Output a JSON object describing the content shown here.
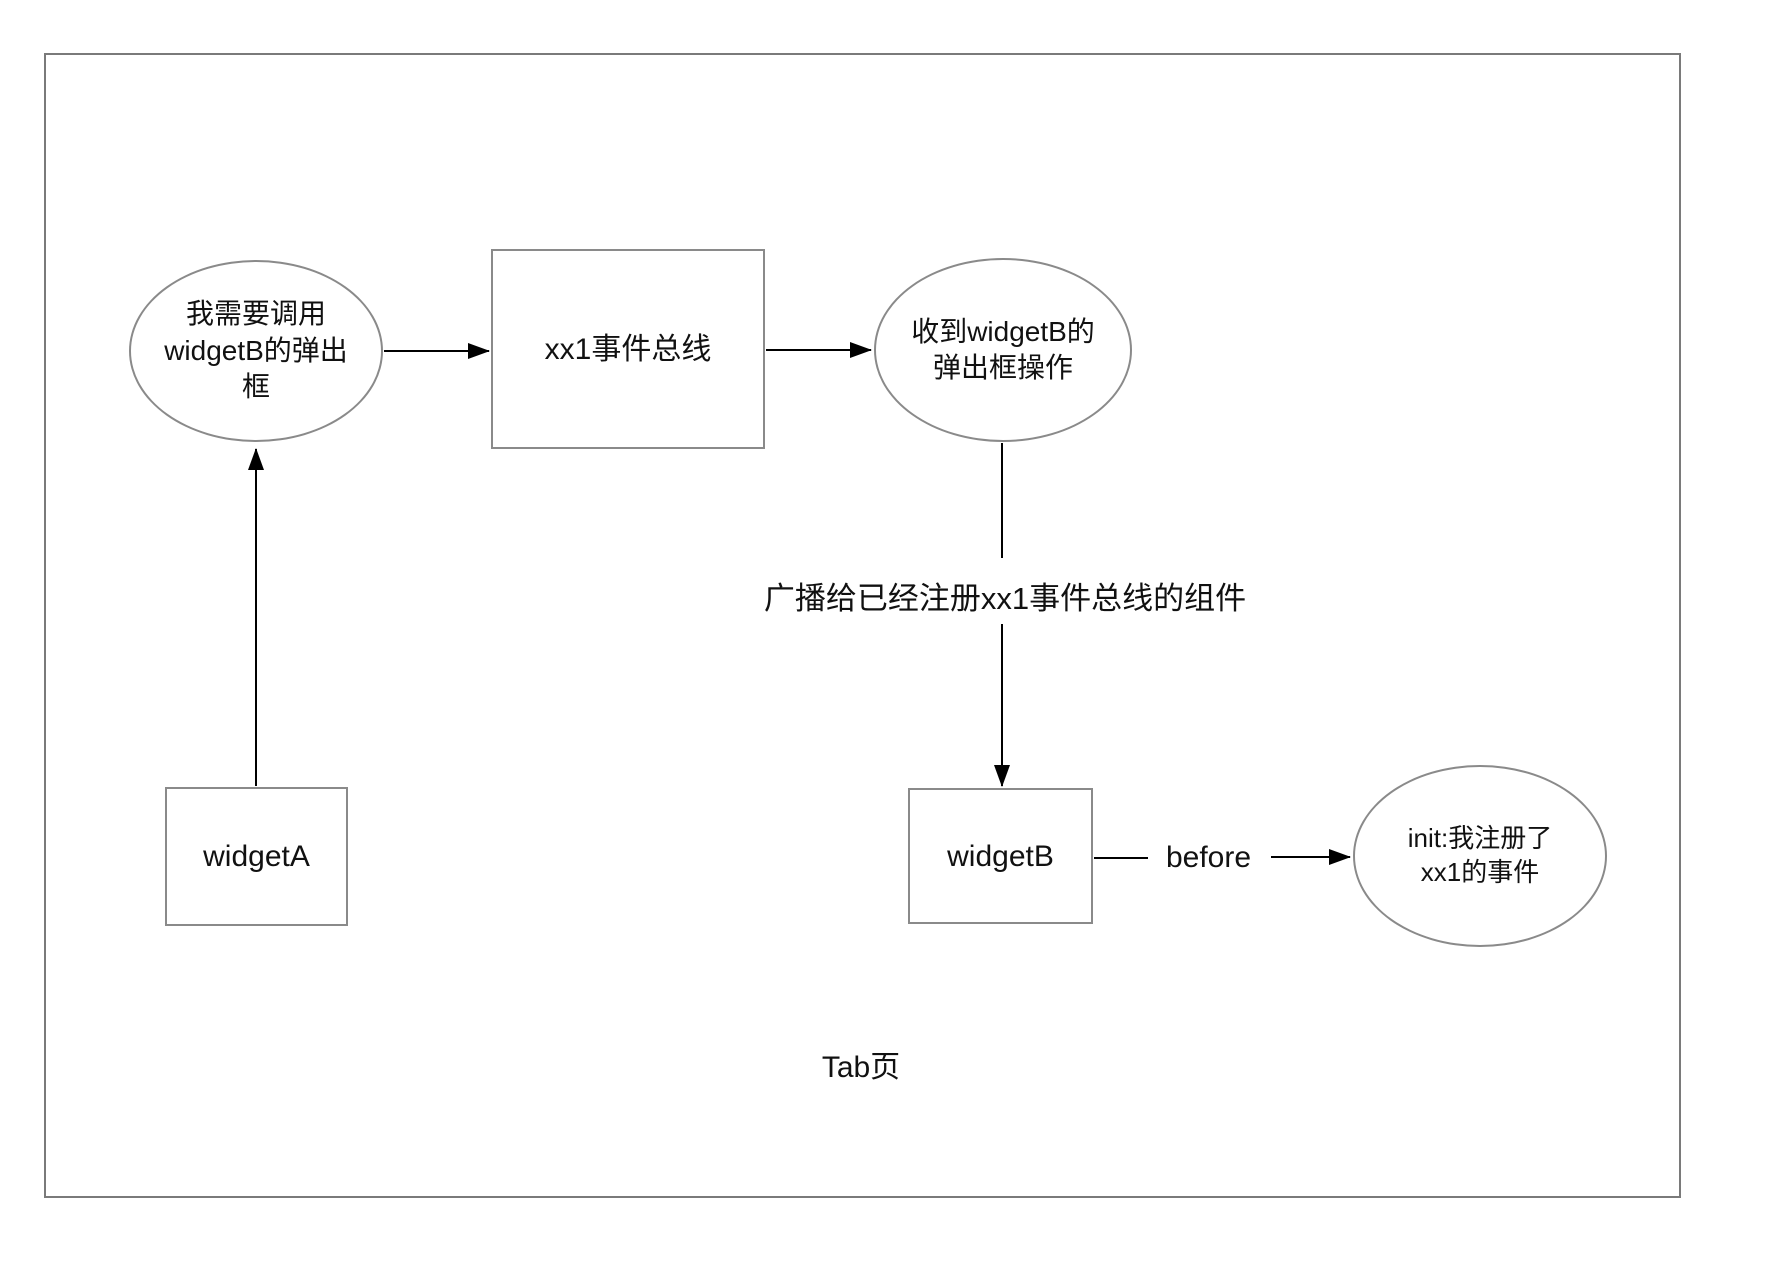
{
  "diagram": {
    "nodes": {
      "need_popup": {
        "shape": "ellipse",
        "label": "我需要调用\nwidgetB的弹出\n框"
      },
      "event_bus": {
        "shape": "rectangle",
        "label": "xx1事件总线"
      },
      "received": {
        "shape": "ellipse",
        "label": "收到widgetB的\n弹出框操作"
      },
      "widget_a": {
        "shape": "rectangle",
        "label": "widgetA"
      },
      "widget_b": {
        "shape": "rectangle",
        "label": "widgetB"
      },
      "init_event": {
        "shape": "ellipse",
        "label": "init:我注册了\nxx1的事件"
      }
    },
    "labels": {
      "broadcast": "广播给已经注册xx1事件总线的组件",
      "before": "before",
      "tab_page": "Tab页"
    },
    "edges": [
      {
        "from": "need_popup",
        "to": "event_bus",
        "arrow": true
      },
      {
        "from": "event_bus",
        "to": "received",
        "arrow": true
      },
      {
        "from": "received",
        "to": "widget_b",
        "arrow": true,
        "label": "广播给已经注册xx1事件总线的组件"
      },
      {
        "from": "widget_a",
        "to": "need_popup",
        "arrow": true
      },
      {
        "from": "widget_b",
        "to": "init_event",
        "arrow": true,
        "label": "before"
      }
    ],
    "colors": {
      "background": "#ffffff",
      "frame_border": "#7a7a7a",
      "shape_stroke": "#8a8a8a",
      "connector": "#000000",
      "text": "#111111"
    }
  }
}
